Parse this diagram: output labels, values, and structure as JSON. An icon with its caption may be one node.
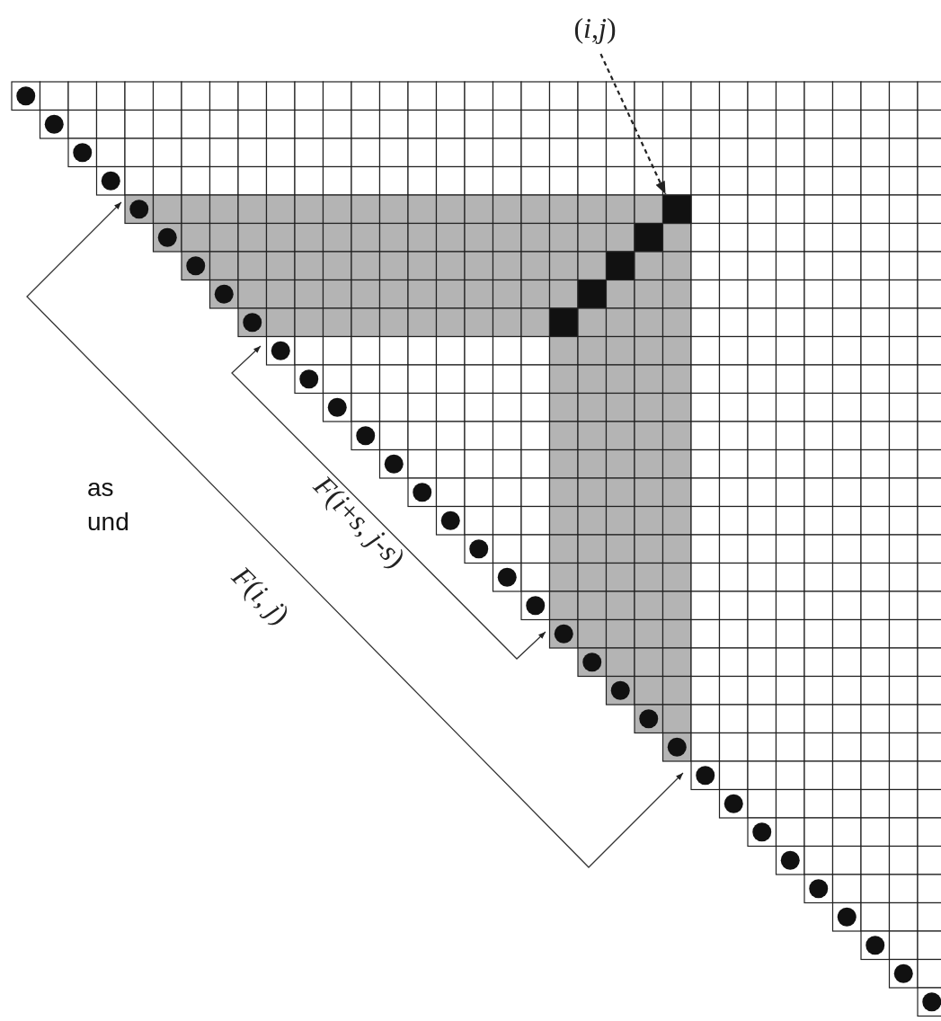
{
  "diagram": {
    "nodes": [
      {
        "text": [
          "(*i*,*j*)"
        ]
      },
      {
        "text": [],
        "shape": "box"
      }
    ],
    "edges": [
      {
        "from": 0,
        "to": 1,
        "arrow": "to",
        "style": "dashed"
      }
    ],
    "labels": [
      "*F*(*i*+*s*, *j*-*s*)",
      "*F*(*i*, *j*)",
      "as",
      "und"
    ]
  }
}
